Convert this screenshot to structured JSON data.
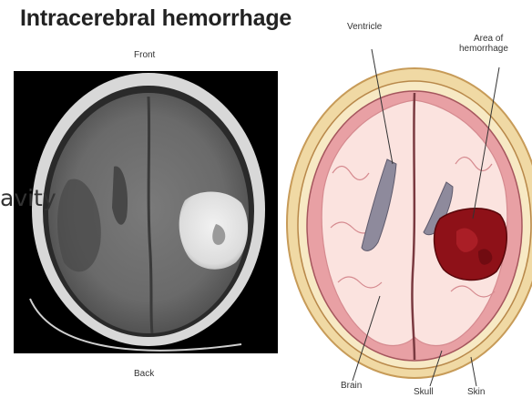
{
  "title": "Intracerebral hemorrhage",
  "ct_scan": {
    "top_label": "Front",
    "bottom_label": "Back",
    "overlay_text": "avity"
  },
  "diagram": {
    "labels": {
      "ventricle": "Ventricle",
      "area_line1": "Area of",
      "area_line2": "hemorrhage",
      "brain": "Brain",
      "skull": "Skull",
      "skin": "Skin"
    }
  },
  "colors": {
    "ct_background": "#000000",
    "scalp": "#f0d9a4",
    "brain_tissue": "#e8a0a4",
    "white_matter": "#fbe3df",
    "ventricle": "#8e8a9c",
    "hemorrhage": "#8e1118"
  }
}
